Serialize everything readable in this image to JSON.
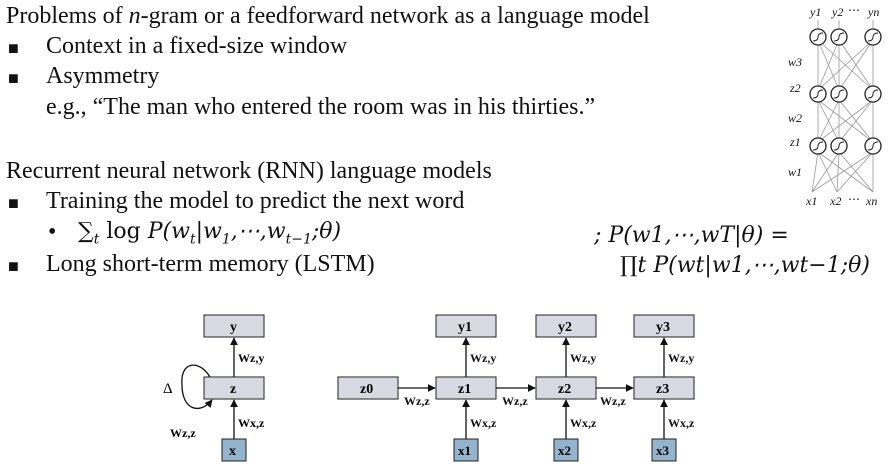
{
  "slide": {
    "heading1": "Problems of n-gram or a feedforward network as a language model",
    "heading1_pre": "Problems of ",
    "heading1_n": "n",
    "heading1_post": "-gram or a feedforward network as a language model",
    "bullets1": [
      "Context in a fixed-size window",
      "Asymmetry"
    ],
    "example": "e.g., “The man who entered the room was in his thirties.”",
    "heading2": "Recurrent neural network (RNN) language models",
    "bullet2a": "Training the model to predict the next word",
    "sub_bullet": "∑t log P(wt|w1,⋯,wt−1;θ)",
    "sub_bullet_parts": {
      "sum": "∑",
      "t": "t",
      "log": " log ",
      "P": "P",
      "args": "(w",
      "t2": "t",
      "bar": "|w",
      "one": "1",
      "dots": ",⋯,w",
      "tm1": "t−1",
      "theta": ";θ)"
    },
    "rhs_top": "; P(w1,⋯,wT|θ) =",
    "rhs_bottom": "∏t P(wt|w1,⋯,wt−1;θ)",
    "bullet2b": "Long short-term memory (LSTM)",
    "bullet_marker": "■",
    "sub_marker": "•"
  },
  "ffnet": {
    "top_labels": [
      "y1",
      "y2",
      "⋯",
      "yn"
    ],
    "bottom_labels": [
      "x1",
      "x2",
      "⋯",
      "xn"
    ],
    "layer_labels": [
      "w3",
      "z2",
      "w2",
      "z1",
      "w1"
    ]
  },
  "rnn_folded": {
    "y": "y",
    "z": "z",
    "x": "x",
    "wzy": "Wz,y",
    "wxz": "Wx,z",
    "wzz": "Wz,z",
    "delta": "Δ"
  },
  "rnn_unrolled": {
    "z0": "z0",
    "steps": [
      {
        "y": "y1",
        "z": "z1",
        "x": "x1"
      },
      {
        "y": "y2",
        "z": "z2",
        "x": "x2"
      },
      {
        "y": "y3",
        "z": "z3",
        "x": "x3"
      }
    ],
    "wzy": "Wz,y",
    "wxz": "Wx,z",
    "wzz": "Wz,z"
  },
  "colors": {
    "box_fill": "#d9d9e4",
    "x_fill": "#94b3cc",
    "box_stroke": "#222222"
  }
}
